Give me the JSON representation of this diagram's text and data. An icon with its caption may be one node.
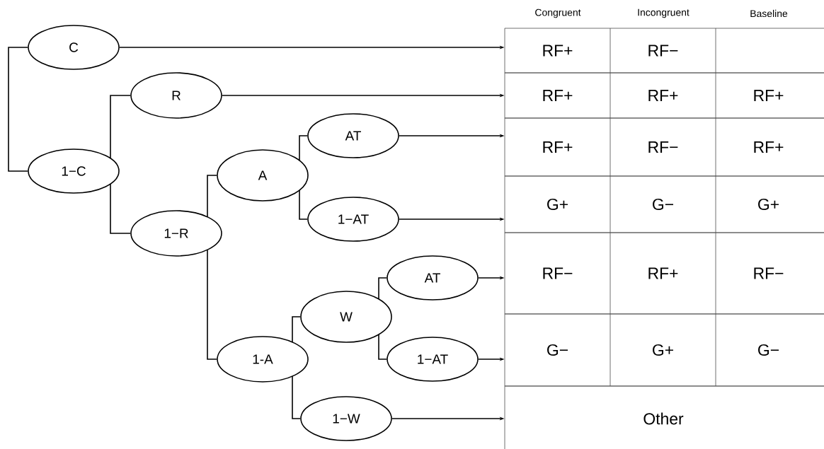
{
  "diagram": {
    "nodes": [
      {
        "text": [
          "C"
        ]
      },
      {
        "text": [
          "1−C"
        ]
      },
      {
        "text": [
          "R"
        ]
      },
      {
        "text": [
          "1−R"
        ]
      },
      {
        "text": [
          "A"
        ]
      },
      {
        "text": [
          "AT"
        ]
      },
      {
        "text": [
          "1−AT"
        ]
      },
      {
        "text": [
          "1-A"
        ]
      },
      {
        "text": [
          "W"
        ]
      },
      {
        "text": [
          "AT"
        ]
      },
      {
        "text": [
          "1−AT"
        ]
      },
      {
        "text": [
          "1−W"
        ]
      },
      {
        "text": [
          "RF+",
          "RF−"
        ]
      },
      {
        "text": [
          "RF+",
          "RF+",
          "RF+"
        ]
      },
      {
        "text": [
          "RF+",
          "RF−",
          "RF+"
        ]
      },
      {
        "text": [
          "G+",
          "G−",
          "G+"
        ]
      },
      {
        "text": [
          "RF−",
          "RF+",
          "RF−"
        ]
      },
      {
        "text": [
          "G−",
          "G+",
          "G−"
        ]
      },
      {
        "text": [
          "Other"
        ]
      }
    ],
    "edges": [
      {
        "from": 0,
        "to": 1,
        "arrow": "none"
      },
      {
        "from": 1,
        "to": 2,
        "arrow": "none"
      },
      {
        "from": 1,
        "to": 3,
        "arrow": "none"
      },
      {
        "from": 3,
        "to": 4,
        "arrow": "none"
      },
      {
        "from": 3,
        "to": 7,
        "arrow": "none"
      },
      {
        "from": 4,
        "to": 5,
        "arrow": "none"
      },
      {
        "from": 4,
        "to": 6,
        "arrow": "none"
      },
      {
        "from": 7,
        "to": 8,
        "arrow": "none"
      },
      {
        "from": 7,
        "to": 11,
        "arrow": "none"
      },
      {
        "from": 8,
        "to": 9,
        "arrow": "none"
      },
      {
        "from": 8,
        "to": 10,
        "arrow": "none"
      },
      {
        "from": 0,
        "to": 12,
        "arrow": "to"
      },
      {
        "from": 2,
        "to": 13,
        "arrow": "to"
      },
      {
        "from": 5,
        "to": 14,
        "arrow": "to"
      },
      {
        "from": 6,
        "to": 15,
        "arrow": "to"
      },
      {
        "from": 9,
        "to": 16,
        "arrow": "to"
      },
      {
        "from": 10,
        "to": 17,
        "arrow": "to"
      },
      {
        "from": 11,
        "to": 18,
        "arrow": "to"
      }
    ],
    "labels": [
      "Congruent",
      "Incongruent",
      "Baseline"
    ]
  }
}
